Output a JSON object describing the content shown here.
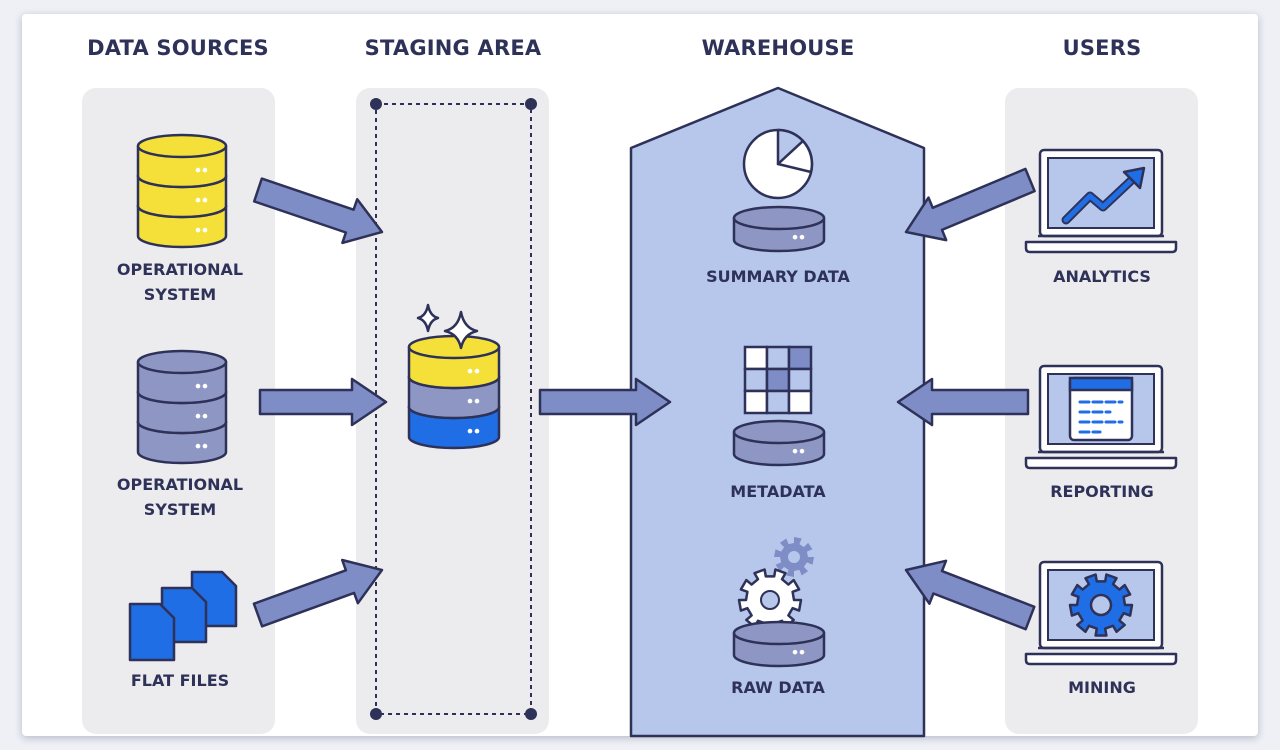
{
  "columns": {
    "data_sources": "DATA SOURCES",
    "staging_area": "STAGING AREA",
    "warehouse": "WAREHOUSE",
    "users": "USERS"
  },
  "sources": [
    {
      "label": "OPERATIONAL\nSYSTEM",
      "icon": "yellow-database-icon"
    },
    {
      "label": "OPERATIONAL\nSYSTEM",
      "icon": "gray-database-icon"
    },
    {
      "label": "FLAT FILES",
      "icon": "files-icon"
    }
  ],
  "warehouse_items": [
    {
      "label": "SUMMARY DATA",
      "icon": "pie-chart-icon"
    },
    {
      "label": "METADATA",
      "icon": "grid-pattern-icon"
    },
    {
      "label": "RAW DATA",
      "icon": "gear-icon"
    }
  ],
  "users": [
    {
      "label": "ANALYTICS",
      "icon": "trend-chart-laptop-icon"
    },
    {
      "label": "REPORTING",
      "icon": "report-laptop-icon"
    },
    {
      "label": "MINING",
      "icon": "gear-laptop-icon"
    }
  ],
  "colors": {
    "ink": "#2e3158",
    "panel": "#ececee",
    "warehouse_fill": "#b7c7eb",
    "arrow": "#7f8dc7",
    "yellow": "#f5e03a",
    "gray_disk": "#8e97c4",
    "blue": "#1f6ee6"
  }
}
